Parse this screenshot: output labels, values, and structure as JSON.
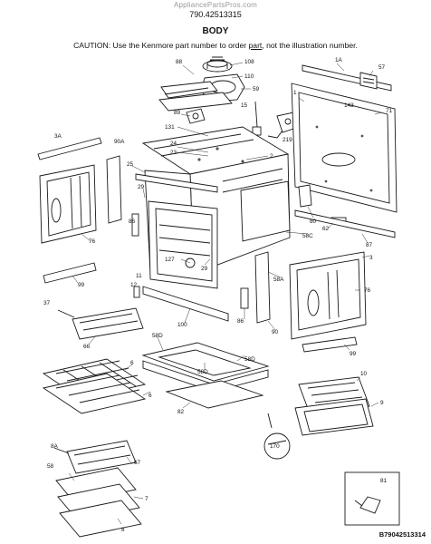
{
  "header": {
    "watermark": "AppliancePartsPros.com",
    "model_number": "790.42513315",
    "title": "BODY",
    "caution_prefix": "CAUTION: Use the Kenmore part number to order ",
    "caution_link": "part",
    "caution_suffix": ", not the illustration number."
  },
  "callouts": {
    "c_88": "88",
    "c_108": "108",
    "c_110": "110",
    "c_59": "59",
    "c_1A": "1A",
    "c_57": "57",
    "c_1": "1",
    "c_143": "143",
    "c_71": "71",
    "c_89": "89",
    "c_15": "15",
    "c_131": "131",
    "c_219": "219",
    "c_3A": "3A",
    "c_90A": "90A",
    "c_24": "24",
    "c_23": "23",
    "c_2": "2",
    "c_25": "25",
    "c_29a": "29",
    "c_76a": "76",
    "c_86a": "86",
    "c_80": "80",
    "c_62": "62",
    "c_87": "87",
    "c_58C": "58C",
    "c_127": "127",
    "c_29b": "29",
    "c_12": "12",
    "c_11": "11",
    "c_3": "3",
    "c_58A": "58A",
    "c_76b": "76",
    "c_99a": "99",
    "c_37": "37",
    "c_86b": "86",
    "c_100": "100",
    "c_90": "90",
    "c_66": "66",
    "c_58D1": "58D",
    "c_58D2": "58D",
    "c_58D3": "58D",
    "c_99b": "99",
    "c_6a": "6",
    "c_6b": "6",
    "c_82": "82",
    "c_10": "10",
    "c_9": "9",
    "c_170": "170",
    "c_8A": "8A",
    "c_58": "58",
    "c_67": "67",
    "c_7": "7",
    "c_8": "8",
    "c_81": "81"
  },
  "footer": {
    "diagram_code": "B79042513314"
  }
}
